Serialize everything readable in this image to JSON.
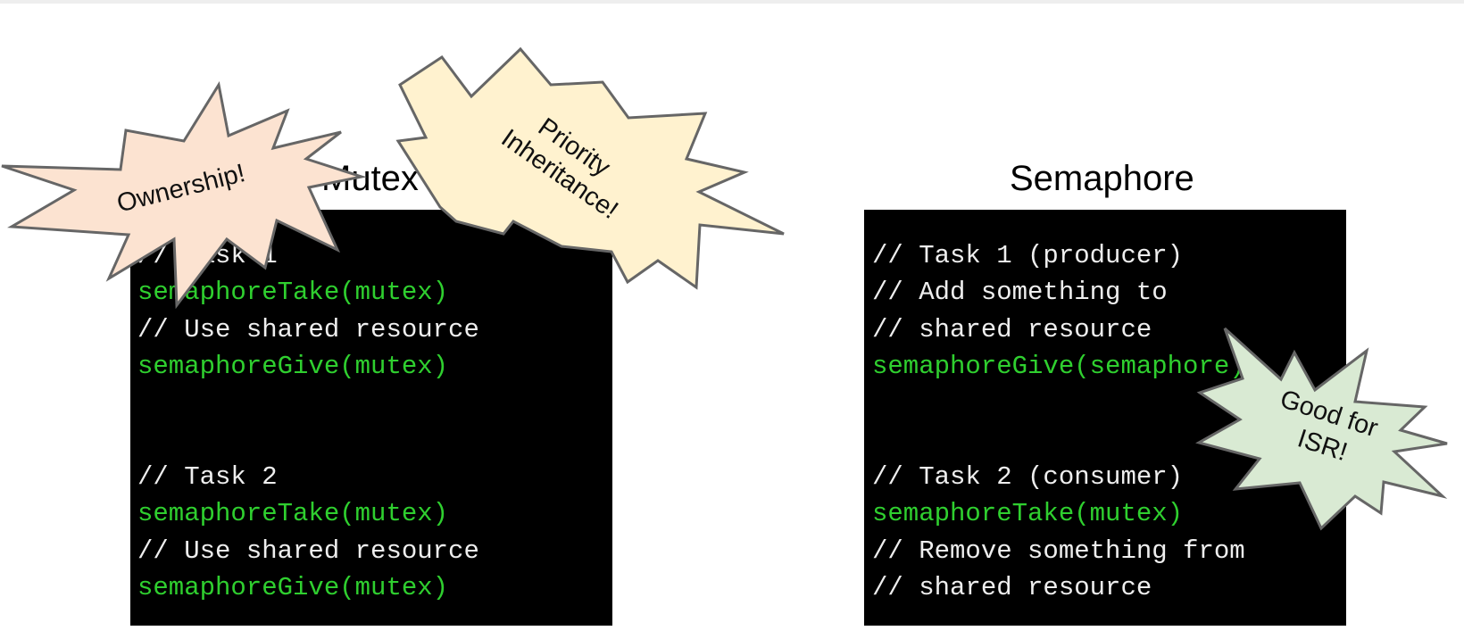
{
  "mutex": {
    "title": "Mutex",
    "code": [
      {
        "text": "// Task 1",
        "kind": "comment"
      },
      {
        "text": "semaphoreTake(mutex)",
        "kind": "call"
      },
      {
        "text": "// Use shared resource",
        "kind": "comment"
      },
      {
        "text": "semaphoreGive(mutex)",
        "kind": "call"
      },
      {
        "text": "// Task 2",
        "kind": "comment"
      },
      {
        "text": "semaphoreTake(mutex)",
        "kind": "call"
      },
      {
        "text": "// Use shared resource",
        "kind": "comment"
      },
      {
        "text": "semaphoreGive(mutex)",
        "kind": "call"
      }
    ]
  },
  "semaphore": {
    "title": "Semaphore",
    "code": [
      {
        "text": "// Task 1 (producer)",
        "kind": "comment"
      },
      {
        "text": "// Add something to",
        "kind": "comment"
      },
      {
        "text": "// shared resource",
        "kind": "comment"
      },
      {
        "text": "semaphoreGive(semaphore)",
        "kind": "call"
      },
      {
        "text": "// Task 2 (consumer)",
        "kind": "comment"
      },
      {
        "text": "semaphoreTake(mutex)",
        "kind": "call"
      },
      {
        "text": "// Remove something from",
        "kind": "comment"
      },
      {
        "text": "// shared resource",
        "kind": "comment"
      }
    ]
  },
  "callouts": {
    "ownership": {
      "lines": [
        "Ownership!"
      ],
      "color": "#fce3d1"
    },
    "priority": {
      "lines": [
        "Priority",
        "Inheritance!"
      ],
      "color": "#fff2cf"
    },
    "isr": {
      "lines": [
        "Good for",
        "ISR!"
      ],
      "color": "#d9ead3"
    }
  },
  "colors": {
    "code_background": "#000000",
    "comment_text": "#eeeeee",
    "call_text": "#2fcf2f",
    "burst_outline": "#666666"
  }
}
